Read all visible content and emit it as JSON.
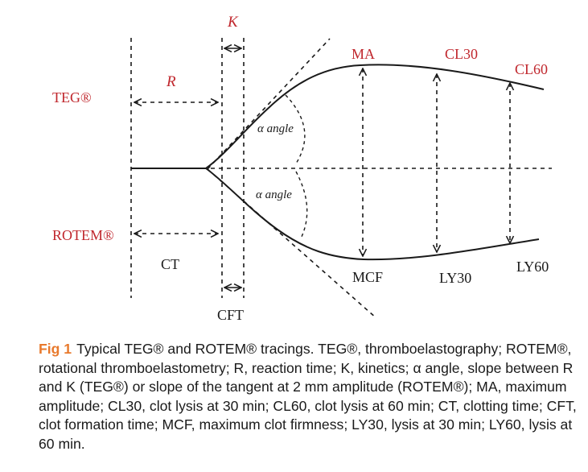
{
  "colors": {
    "accent_red": "#c0272d",
    "line": "#1a1a1a",
    "caption_label": "#e8792c"
  },
  "labels": {
    "k": "K",
    "r": "R",
    "teg": "TEG®",
    "rotem": "ROTEM®",
    "ma": "MA",
    "cl30": "CL30",
    "cl60": "CL60",
    "alpha_top": "α angle",
    "alpha_bottom": "α angle",
    "ct": "CT",
    "cft": "CFT",
    "mcf": "MCF",
    "ly30": "LY30",
    "ly60": "LY60"
  },
  "caption": {
    "label": "Fig 1",
    "text": "Typical TEG® and ROTEM® tracings. TEG®, thromboelastography; ROTEM®, rotational thromboelastometry; R, reaction time; K, kinetics; α angle, slope between R and K (TEG®) or slope of the tangent at 2 mm amplitude (ROTEM®); MA, maximum amplitude; CL30, clot lysis at 30 min; CL60, clot lysis at 60 min; CT, clotting time; CFT, clot formation time; MCF, maximum clot firmness; LY30, lysis at 30 min; LY60, lysis at 60 min."
  }
}
